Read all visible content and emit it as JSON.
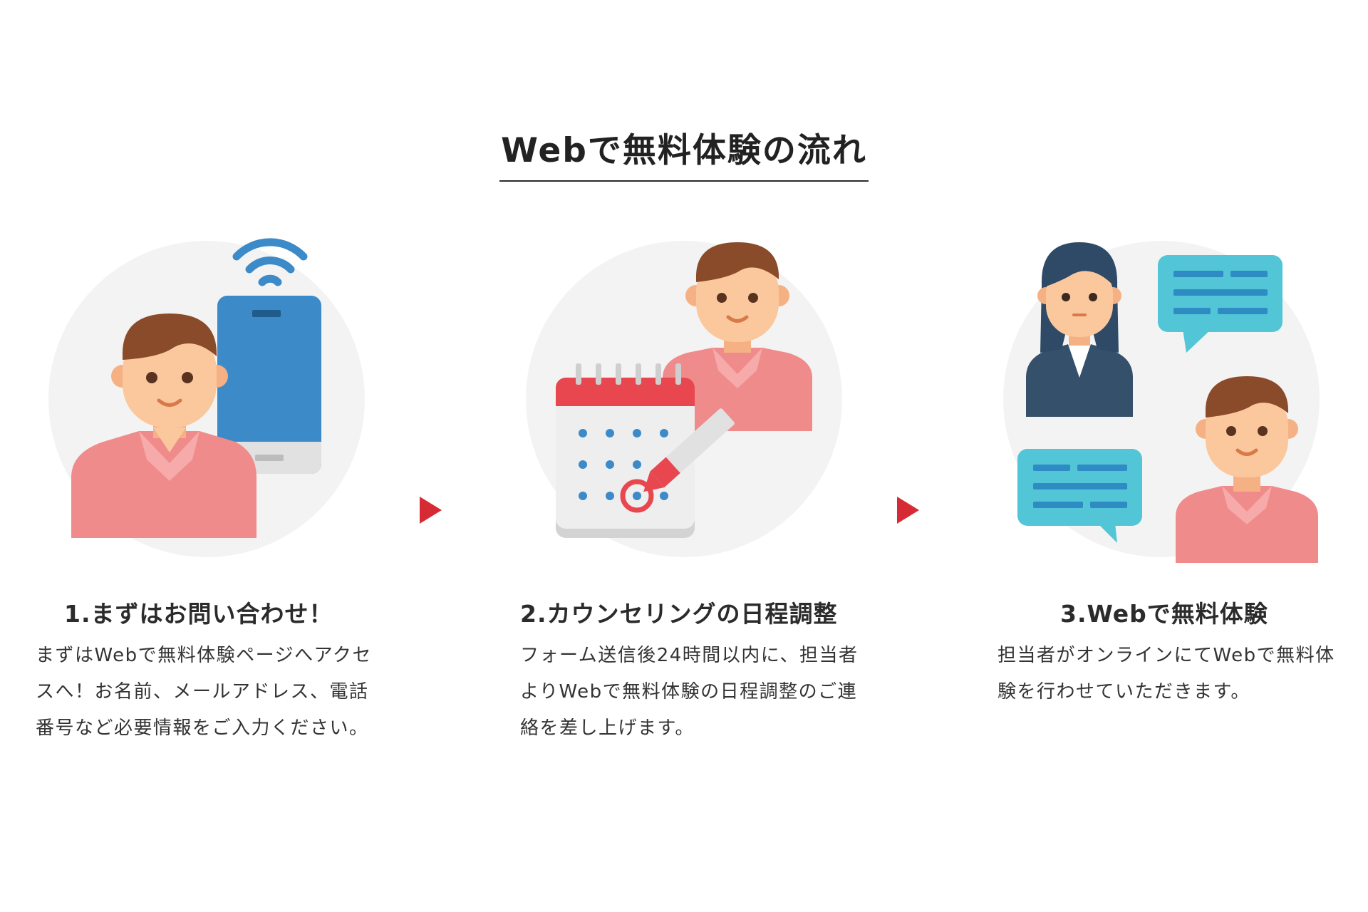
{
  "header": {
    "title": "Webで無料体験の流れ"
  },
  "colors": {
    "accent": "#d62b34",
    "circle": "#f3f3f3",
    "skin": "#fbc79c",
    "hair": "#8a4b2a",
    "shirt": "#f08b8b",
    "phone": "#3d8ac8",
    "bubble": "#52c5d6"
  },
  "steps": [
    {
      "title": "1.まずはお問い合わせ！",
      "description": "まずはWebで無料体験ページへアクセスへ！お名前、メールアドレス、電話番号など必要情報をご入力ください。",
      "icon": "person-phone-icon"
    },
    {
      "title": "2.カウンセリングの日程調整",
      "description": "フォーム送信後24時間以内に、担当者よりWebで無料体験の日程調整のご連絡を差し上げます。",
      "icon": "person-calendar-icon"
    },
    {
      "title": "3.Webで無料体験",
      "description": "担当者がオンラインにてWebで無料体験を行わせていただきます。",
      "icon": "online-chat-icon"
    }
  ],
  "arrows": [
    "arrow-right-icon",
    "arrow-right-icon"
  ]
}
